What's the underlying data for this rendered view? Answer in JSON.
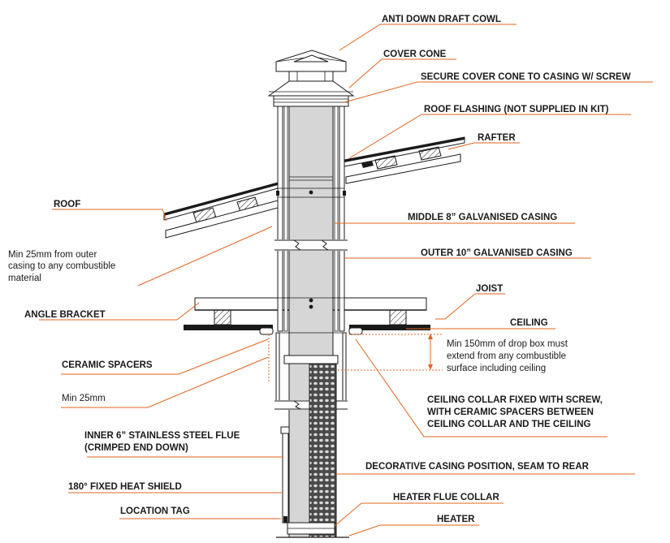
{
  "colors": {
    "leader": "#e0641e",
    "ink": "#1a1a1a",
    "flue_fill": "#d6d6d6",
    "white": "#ffffff"
  },
  "labels": {
    "anti_down_draft_cowl": "ANTI DOWN DRAFT COWL",
    "cover_cone": "COVER CONE",
    "secure_cover_cone": "SECURE COVER CONE TO CASING W/ SCREW",
    "roof_flashing": "ROOF FLASHING (NOT SUPPLIED IN KIT)",
    "rafter": "RAFTER",
    "roof": "ROOF",
    "middle_casing": "MIDDLE 8” GALVANISED CASING",
    "min25_outer": [
      "Min 25mm from outer",
      "casing to any combustible",
      "material"
    ],
    "outer_casing": "OUTER 10” GALVANISED CASING",
    "joist": "JOIST",
    "angle_bracket": "ANGLE BRACKET",
    "ceiling": "CEILING",
    "min150": [
      "Min 150mm of drop box must",
      "extend from any combustible",
      "surface including ceiling"
    ],
    "ceramic_spacers": "CERAMIC SPACERS",
    "min25": "Min 25mm",
    "ceiling_collar": [
      "CEILING COLLAR FIXED WITH SCREW,",
      "WITH CERAMIC SPACERS BETWEEN",
      "CEILING COLLAR AND THE CEILING"
    ],
    "inner_flue": [
      "INNER 6” STAINLESS STEEL FLUE",
      "(CRIMPED END DOWN)"
    ],
    "decorative_casing": "DECORATIVE CASING POSITION, SEAM TO REAR",
    "heat_shield": "180° FIXED HEAT SHIELD",
    "heater_flue_collar": "HEATER FLUE COLLAR",
    "location_tag": "LOCATION TAG",
    "heater": "HEATER"
  }
}
